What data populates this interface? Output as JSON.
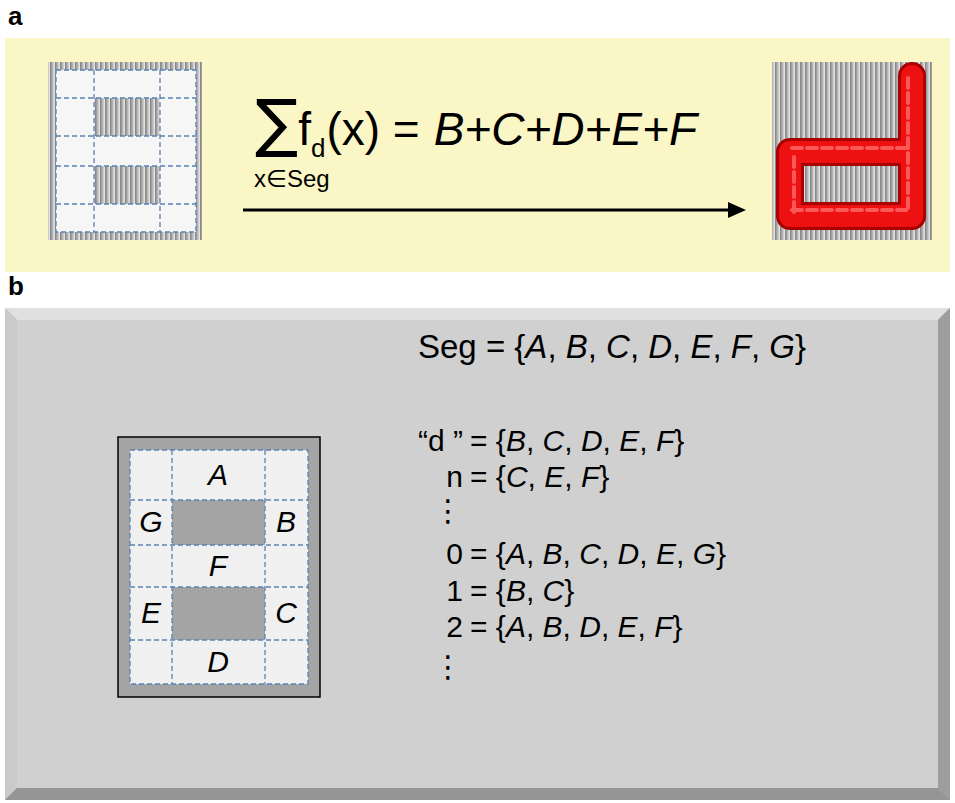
{
  "diagram": {
    "nodes": [
      {
        "text": [
          "a",
          "∑",
          "f",
          "d",
          "(x) =",
          "B+C+D+E+F",
          "x∈Seg"
        ]
      },
      {
        "text": [
          "b",
          "Seg = {A, B, C, D, E, F, G}",
          "“d ”",
          "= {B, C, D, E, F}",
          "n",
          "= {C, E, F}",
          "⋮",
          "0",
          "= {A, B, C, D, E, G}",
          "1",
          "= {B, C}",
          "2",
          "= {A, B, D, E, F}",
          "⋮"
        ]
      },
      {
        "text": [
          "A",
          "G",
          "B",
          "F",
          "E",
          "C",
          "D"
        ],
        "in": 1
      }
    ]
  }
}
